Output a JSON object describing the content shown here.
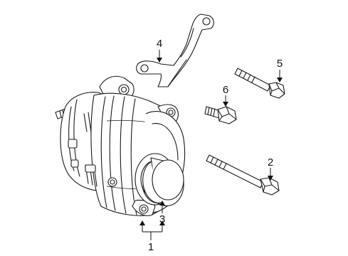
{
  "diagram": {
    "callouts": [
      {
        "id": "1",
        "label": "1"
      },
      {
        "id": "2",
        "label": "2"
      },
      {
        "id": "3",
        "label": "3"
      },
      {
        "id": "4",
        "label": "4"
      },
      {
        "id": "5",
        "label": "5"
      },
      {
        "id": "6",
        "label": "6"
      }
    ],
    "parts": [
      {
        "callout": "1",
        "icon": "alternator-icon"
      },
      {
        "callout": "2",
        "icon": "long-bolt-icon"
      },
      {
        "callout": "3",
        "icon": "pulley-icon"
      },
      {
        "callout": "4",
        "icon": "bracket-icon"
      },
      {
        "callout": "5",
        "icon": "bolt-icon"
      },
      {
        "callout": "6",
        "icon": "short-bolt-icon"
      }
    ],
    "colors": {
      "line": "#1a1a1a",
      "background": "#ffffff"
    }
  }
}
